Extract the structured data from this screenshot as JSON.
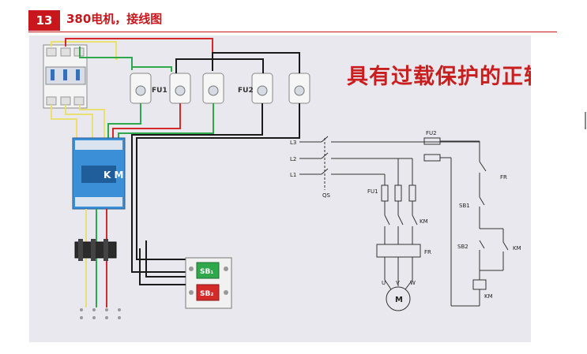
{
  "header": {
    "number": "13",
    "title": "380电机，接线图"
  },
  "diagram": {
    "heading": "具有过载保护的正转控制",
    "left_labels": {
      "fu1": "FU1",
      "fu2": "FU2",
      "km": "K M",
      "sb1": "SB₁",
      "sb2": "SB₂"
    },
    "schematic_labels": {
      "l3": "L3",
      "l2": "L2",
      "l1": "L1",
      "qs": "QS",
      "fu1": "FU1",
      "fu2": "FU2",
      "km_main": "KM",
      "fr_main": "FR",
      "fr_ctrl": "FR",
      "sb1": "SB1",
      "sb2": "SB2",
      "km_aux": "KM",
      "km_coil": "KM",
      "u": "U",
      "v": "V",
      "w": "W",
      "motor": "M"
    },
    "colors": {
      "accent": "#c8161d",
      "wire_red": "#d42a2a",
      "wire_green": "#2ea84a",
      "wire_yellow": "#e8e070",
      "wire_black": "#1a1a1a",
      "contactor_blue": "#3b8fd6"
    }
  }
}
